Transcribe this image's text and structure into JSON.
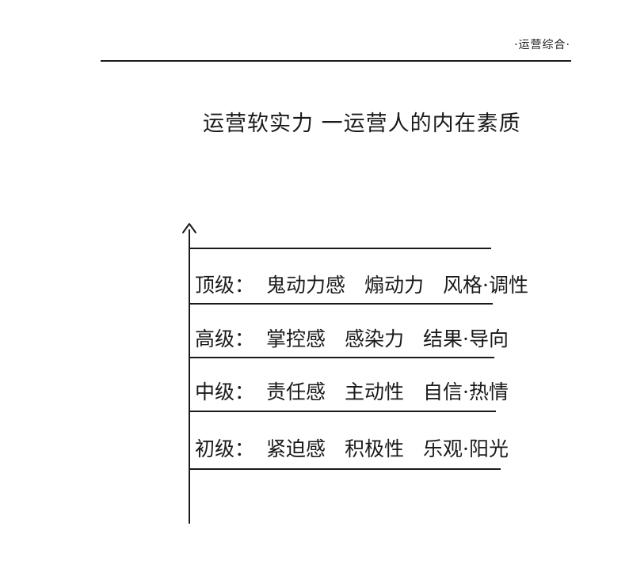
{
  "header": {
    "section_mark": "·运营综合·"
  },
  "page": {
    "title": "运营软实力 一运营人的内在素质"
  },
  "levels": [
    {
      "label": "顶级：",
      "traits": [
        "鬼动力感",
        "煽动力",
        "风格·调性"
      ]
    },
    {
      "label": "高级：",
      "traits": [
        "掌控感",
        "感染力",
        "结果·导向"
      ]
    },
    {
      "label": "中级：",
      "traits": [
        "责任感",
        "主动性",
        "自信·热情"
      ]
    },
    {
      "label": "初级：",
      "traits": [
        "紧迫感",
        "积极性",
        "乐观·阳光"
      ]
    }
  ]
}
